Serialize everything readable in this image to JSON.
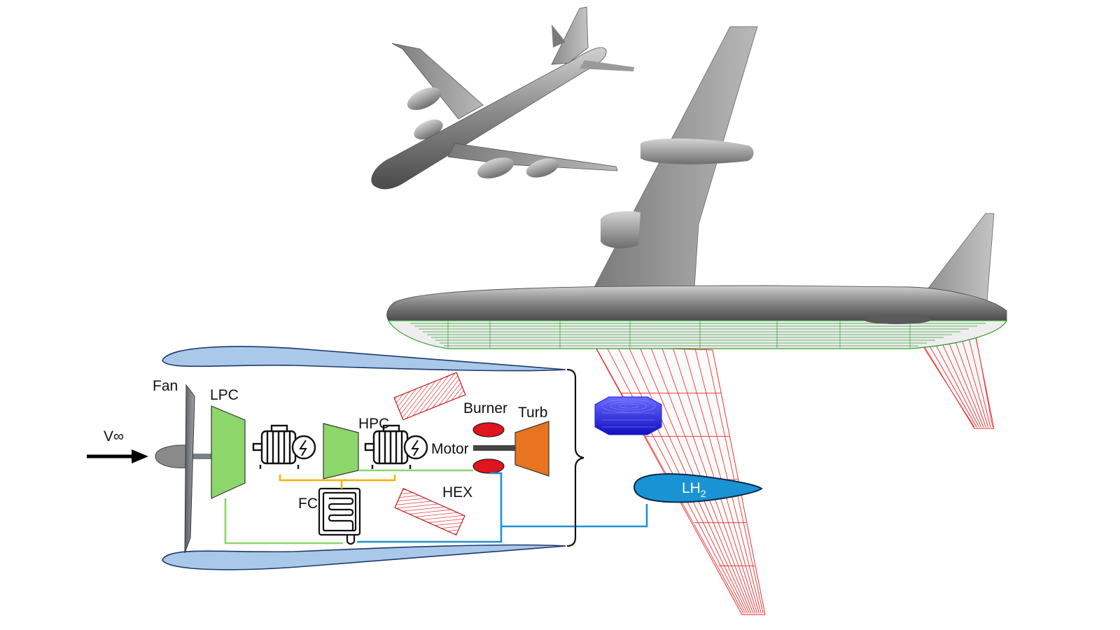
{
  "labels": {
    "freestream": "V∞",
    "fan": "Fan",
    "lpc": "LPC",
    "hpc": "HPC",
    "burner": "Burner",
    "turb": "Turb",
    "motor": "Motor",
    "hex": "HEX",
    "fc": "FC",
    "lh2_base": "LH",
    "lh2_sub": "2"
  },
  "colors": {
    "nacelle": "#a9c8ea",
    "compressor": "#8cd66a",
    "turbine": "#e8741f",
    "burner": "#e0141e",
    "lh2_tank": "#1a93d4",
    "coolant_line": "#1a93d4",
    "air_line": "#8cd66a",
    "power_line": "#f2b300",
    "hex_hatch": "#e02020",
    "aircraft_grey": "#8a8a8a",
    "fuselage_mesh": "#2e9b2e",
    "wing_mesh": "#ee2020",
    "tank_mesh": "#2020e0"
  },
  "icons": [
    "electric-motor-icon",
    "fuel-cell-coil-icon",
    "freestream-arrow-icon"
  ]
}
